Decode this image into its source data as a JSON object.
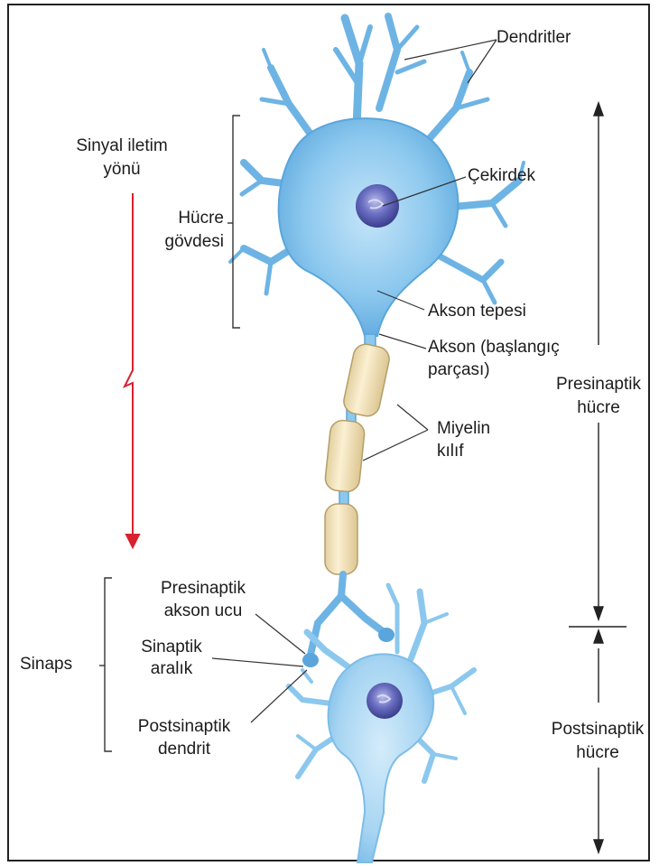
{
  "labels": {
    "dendritler": "Dendritler",
    "sinyal_iletim_1": "Sinyal iletim",
    "sinyal_iletim_2": "yönü",
    "hucre_govdesi_1": "Hücre",
    "hucre_govdesi_2": "gövdesi",
    "cekirdek": "Çekirdek",
    "akson_tepesi": "Akson tepesi",
    "akson_baslangic_1": "Akson (başlangıç",
    "akson_baslangic_2": "parçası)",
    "miyelin_1": "Miyelin",
    "miyelin_2": "kılıf",
    "presinaptik_hucre_1": "Presinaptik",
    "presinaptik_hucre_2": "hücre",
    "presinaptik_akson_1": "Presinaptik",
    "presinaptik_akson_2": "akson ucu",
    "sinaptik_aralik_1": "Sinaptik",
    "sinaptik_aralik_2": "aralık",
    "sinaps": "Sinaps",
    "postsinaptik_dendrit_1": "Postsinaptik",
    "postsinaptik_dendrit_2": "dendrit",
    "postsinaptik_hucre_1": "Postsinaptik",
    "postsinaptik_hucre_2": "hücre"
  },
  "colors": {
    "cell_body": "#8cc8ee",
    "cell_dark": "#5aa6dc",
    "myelin": "#f2e4c0",
    "nucleus": "#4b4fa6",
    "arrow": "#d8222e",
    "lines": "#333333"
  }
}
